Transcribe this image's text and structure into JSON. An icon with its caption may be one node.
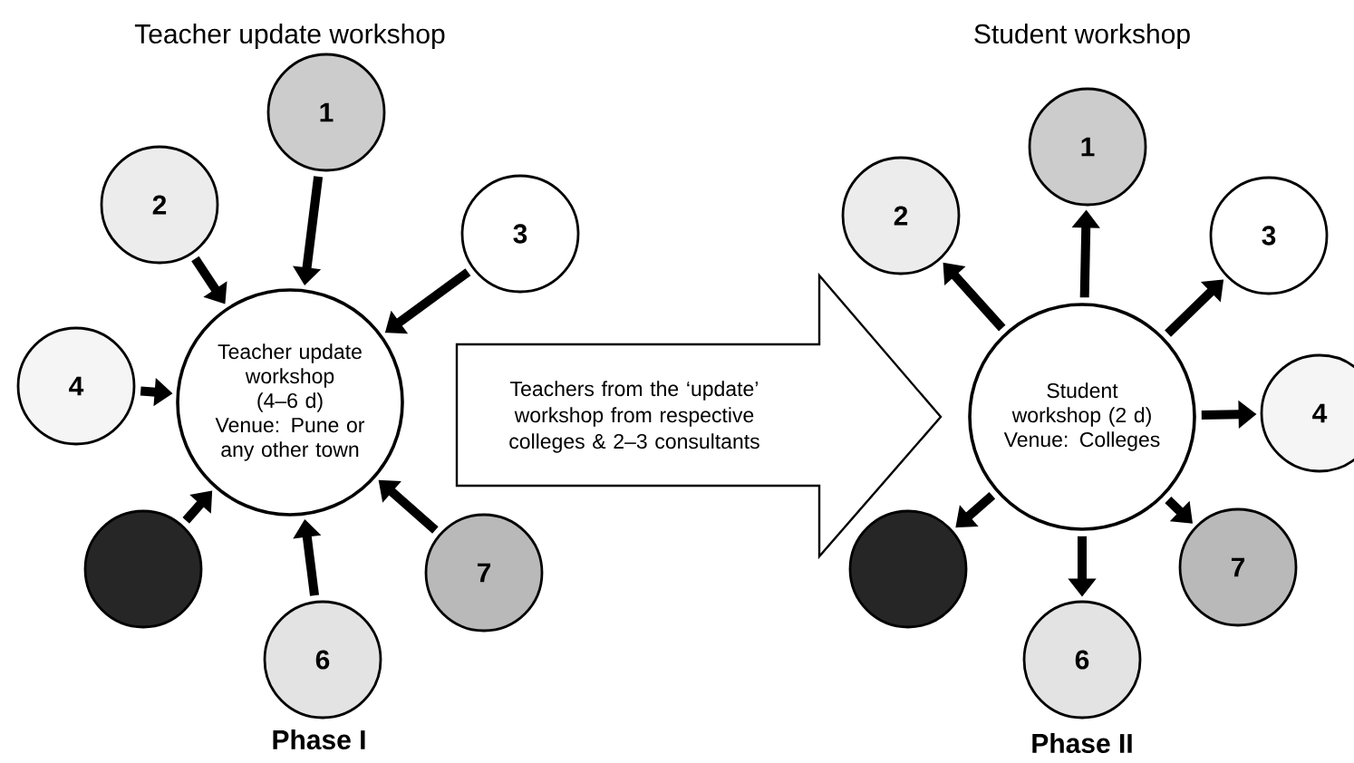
{
  "diagram": {
    "nodes": [
      {
        "text": [
          "Teacher update workshop (4–6 d)",
          "Venue: Pune or any other town"
        ]
      },
      {
        "text": [
          "1"
        ]
      },
      {
        "text": [
          "2"
        ]
      },
      {
        "text": [
          "3"
        ]
      },
      {
        "text": [
          "4"
        ]
      },
      {
        "text": [],
        "shape": "circle"
      },
      {
        "text": [
          "6"
        ]
      },
      {
        "text": [
          "7"
        ]
      },
      {
        "text": [
          "Teachers from the ‘update’ workshop from respective colleges & 2–3 consultants"
        ]
      },
      {
        "text": [
          "Student workshop (2 d)",
          "Venue: Colleges"
        ]
      },
      {
        "text": [
          "1"
        ]
      },
      {
        "text": [
          "2"
        ]
      },
      {
        "text": [
          "3"
        ]
      },
      {
        "text": [
          "4"
        ]
      },
      {
        "text": [],
        "shape": "circle"
      },
      {
        "text": [
          "6"
        ]
      },
      {
        "text": [
          "7"
        ]
      }
    ],
    "edges": [
      {
        "from": 1,
        "to": 0,
        "arrow": "to"
      },
      {
        "from": 2,
        "to": 0,
        "arrow": "to"
      },
      {
        "from": 3,
        "to": 0,
        "arrow": "to"
      },
      {
        "from": 4,
        "to": 0,
        "arrow": "to"
      },
      {
        "from": 5,
        "to": 0,
        "arrow": "to"
      },
      {
        "from": 6,
        "to": 0,
        "arrow": "to"
      },
      {
        "from": 7,
        "to": 0,
        "arrow": "to"
      },
      {
        "from": 9,
        "to": 10,
        "arrow": "to"
      },
      {
        "from": 9,
        "to": 11,
        "arrow": "to"
      },
      {
        "from": 9,
        "to": 12,
        "arrow": "to"
      },
      {
        "from": 9,
        "to": 13,
        "arrow": "to"
      },
      {
        "from": 9,
        "to": 14,
        "arrow": "to"
      },
      {
        "from": 9,
        "to": 15,
        "arrow": "to"
      },
      {
        "from": 9,
        "to": 16,
        "arrow": "to"
      }
    ],
    "labels": [
      "Teacher update workshop",
      "Student workshop",
      "Phase I",
      "Phase II"
    ]
  }
}
